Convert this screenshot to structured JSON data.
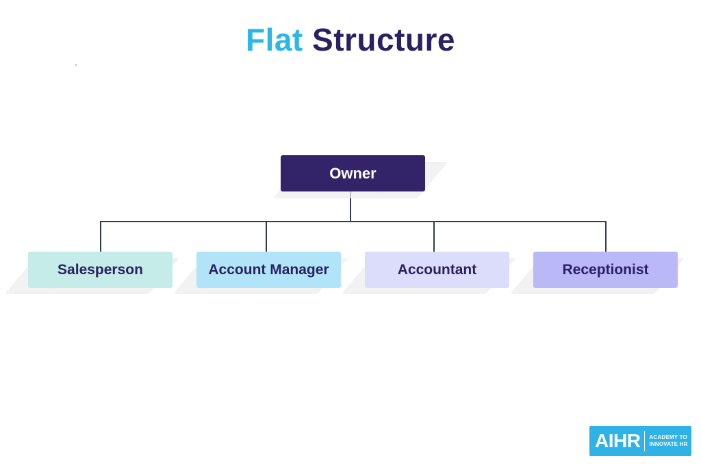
{
  "title": {
    "word1": "Flat",
    "word2": "Structure"
  },
  "colors": {
    "title_accent": "#29b6e9",
    "title_dark": "#2b2160",
    "owner_fill": "#33246a",
    "connector": "#2f3e4a"
  },
  "org_chart": {
    "root": {
      "label": "Owner"
    },
    "children": [
      {
        "label": "Salesperson",
        "color": "#c6ecea"
      },
      {
        "label": "Account Manager",
        "color": "#b1e4f8"
      },
      {
        "label": "Accountant",
        "color": "#dcdcfb"
      },
      {
        "label": "Receptionist",
        "color": "#bab8f7"
      }
    ]
  },
  "logo": {
    "name": "AIHR",
    "tagline": "ACADEMY TO\nINNOVATE HR"
  }
}
